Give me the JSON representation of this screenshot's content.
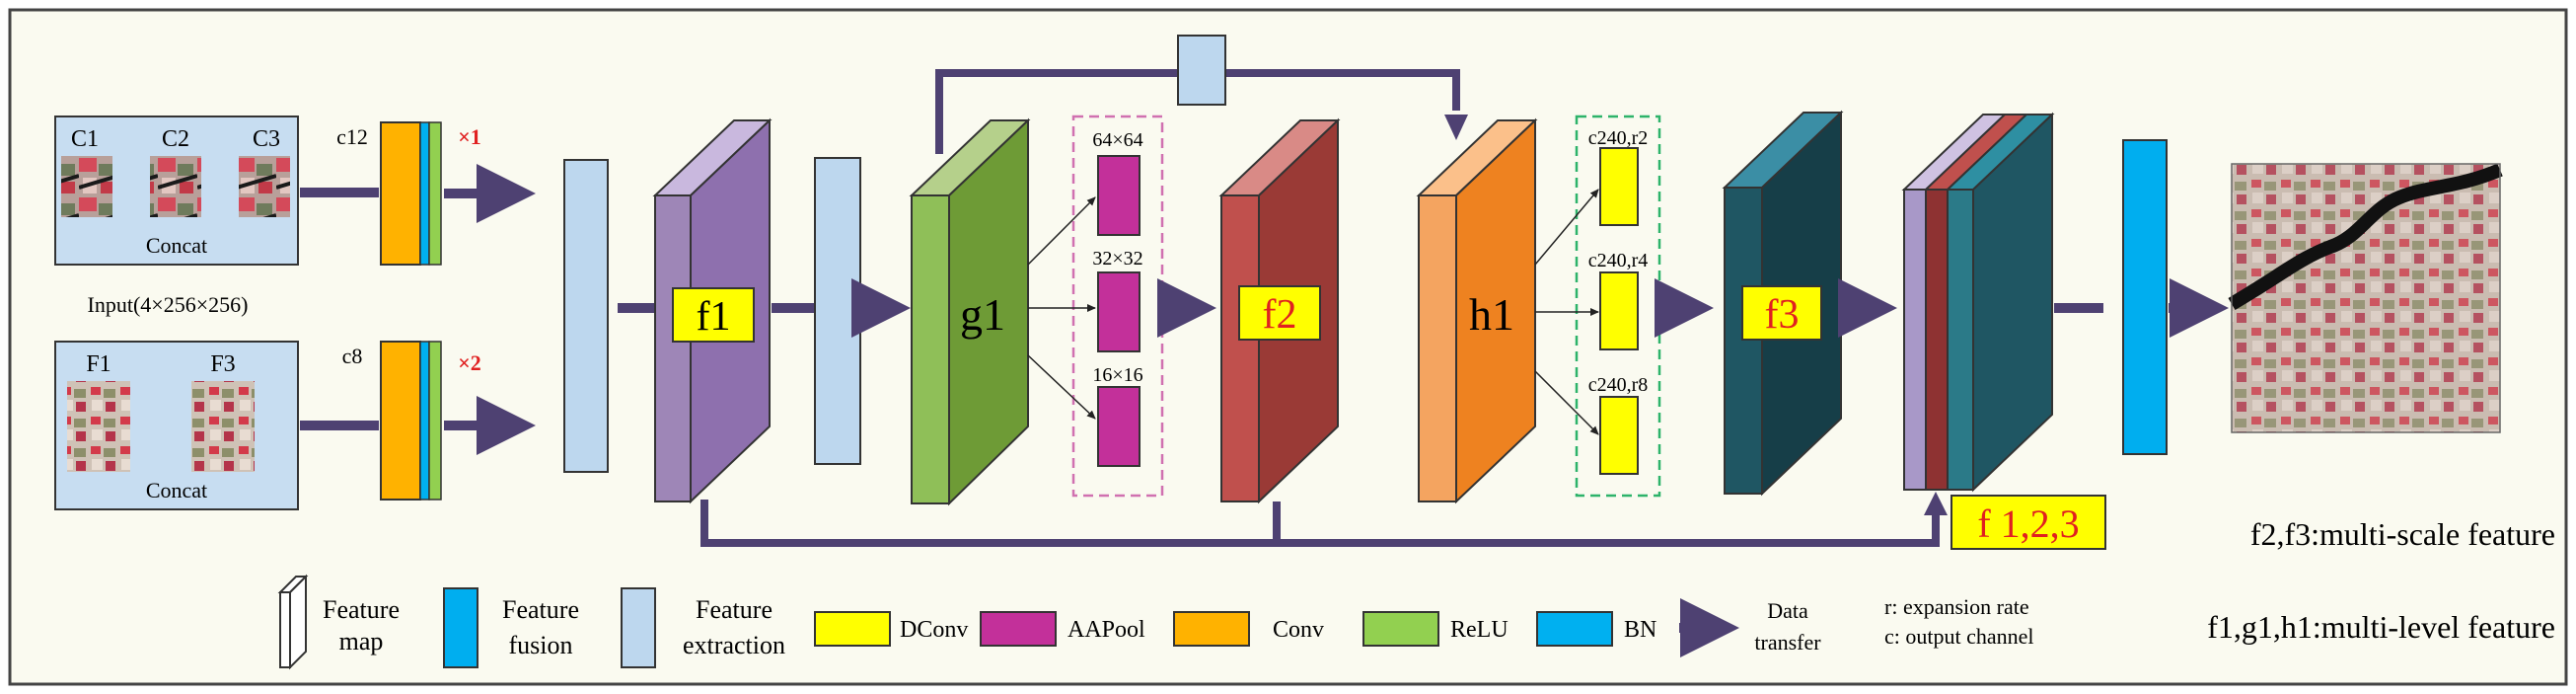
{
  "inputs": {
    "top": {
      "tiles": [
        "C1",
        "C2",
        "C3"
      ],
      "caption": "Concat"
    },
    "shape": "Input(4×256×256)",
    "bottom": {
      "tiles": [
        "F1",
        "F3"
      ],
      "caption": "Concat"
    },
    "conv_labels": [
      "c12",
      "c8"
    ],
    "multipliers": [
      "×1",
      "×2"
    ]
  },
  "blocks": {
    "f1": "f1",
    "g1": "g1",
    "f2": "f2",
    "h1": "h1",
    "f3": "f3",
    "fused": "f 1,2,3"
  },
  "pool_sizes": [
    "64×64",
    "32×32",
    "16×16"
  ],
  "dconv_labels": [
    "c240,r2",
    "c240,r4",
    "c240,r8"
  ],
  "notes": {
    "multi_scale": "f2,f3:multi-scale feature",
    "multi_level": "f1,g1,h1:multi-level feature"
  },
  "legend": {
    "feature_map": [
      "Feature",
      "map"
    ],
    "feature_fusion": [
      "Feature",
      "fusion"
    ],
    "feature_extraction": [
      "Feature",
      "extraction"
    ],
    "dconv": "DConv",
    "aapool": "AAPool",
    "conv": "Conv",
    "relu": "ReLU",
    "bn": "BN",
    "data_transfer": [
      "Data",
      "transfer"
    ],
    "key_r": "r: expansion rate",
    "key_c": "c: output channel"
  },
  "colors": {
    "background": "#FAFAF0",
    "arrow": "#4E4172",
    "feature_fusion": "#00AEEF",
    "feature_extraction": "#BDD7EE",
    "dconv": "#FFFF00",
    "aapool": "#C3309A",
    "conv": "#FFB200",
    "relu": "#92D050",
    "bn": "#00B0F0",
    "f1": "#9E86B7",
    "g1": "#79A940",
    "f2": "#A8413D",
    "h1": "#F08221",
    "f3": "#1F5663",
    "label_red": "#E02020"
  }
}
